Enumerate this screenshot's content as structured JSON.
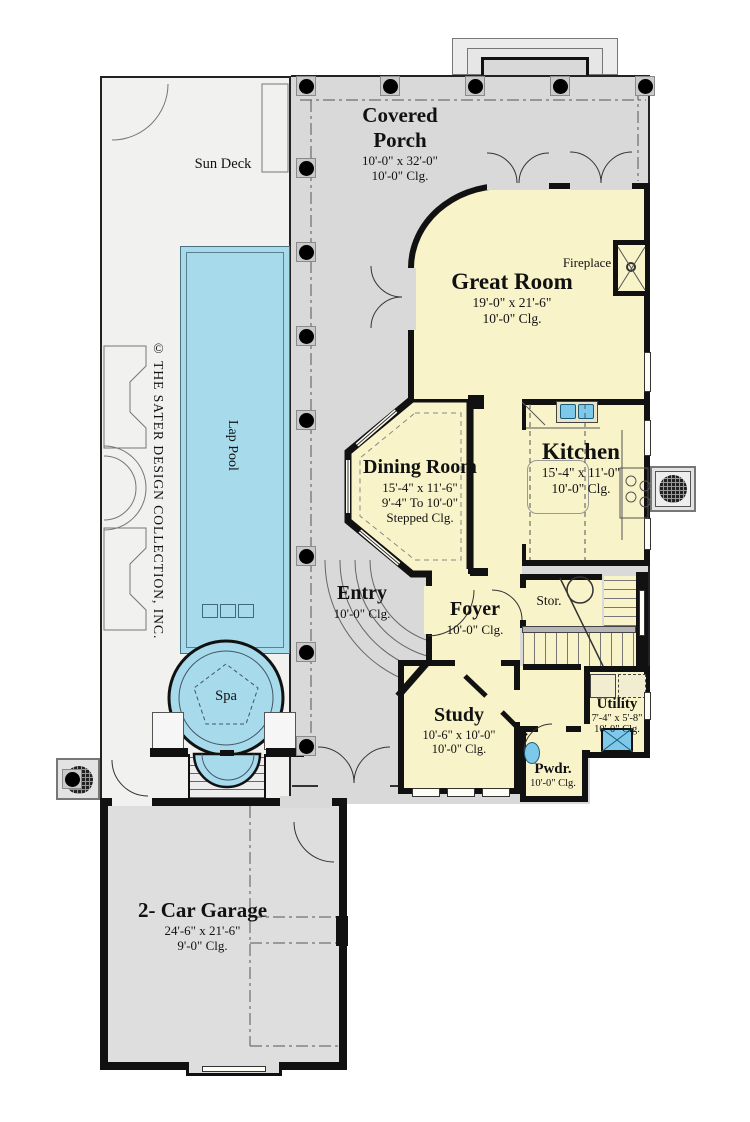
{
  "plan": {
    "copyright": "© THE SATER DESIGN COLLECTION, INC.",
    "outdoor": {
      "sun_deck": "Sun Deck",
      "lap_pool": "Lap Pool",
      "spa": "Spa",
      "covered_porch": {
        "name": "Covered Porch",
        "dims": "10'-0\" x 32'-0\"",
        "ceiling": "10'-0\" Clg."
      },
      "entry": {
        "name": "Entry",
        "ceiling": "10'-0\" Clg."
      }
    },
    "rooms": {
      "great_room": {
        "name": "Great Room",
        "dims": "19'-0\" x 21'-6\"",
        "ceiling": "10'-0\" Clg."
      },
      "fireplace": "Fireplace",
      "kitchen": {
        "name": "Kitchen",
        "dims": "15'-4\" x 11'-0\"",
        "ceiling": "10'-0\" Clg."
      },
      "dining_room": {
        "name": "Dining Room",
        "dims": "15'-4\" x 11'-6\"",
        "ceiling_a": "9'-4\" To 10'-0\"",
        "ceiling_b": "Stepped Clg."
      },
      "foyer": {
        "name": "Foyer",
        "ceiling": "10'-0\" Clg."
      },
      "storage": "Stor.",
      "study": {
        "name": "Study",
        "dims": "10'-6\" x 10'-0\"",
        "ceiling": "10'-0\" Clg."
      },
      "utility": {
        "name": "Utility",
        "dims": "7'-4\" x 5'-8\"",
        "ceiling": "10'-0\" Clg."
      },
      "powder": {
        "name": "Pwdr.",
        "ceiling": "10'-0\" Clg."
      },
      "garage": {
        "name": "2- Car Garage",
        "dims": "24'-6\" x 21'-6\"",
        "ceiling": "9'-0\" Clg."
      }
    },
    "colors": {
      "room_fill": "#f8f3c9",
      "porch_fill": "#d9d9d9",
      "deck_fill": "#f1f1ef",
      "garage_fill": "#dedede",
      "water": "#a7dbec",
      "fixture_blue": "#7ec9e9",
      "wall": "#111111"
    }
  }
}
